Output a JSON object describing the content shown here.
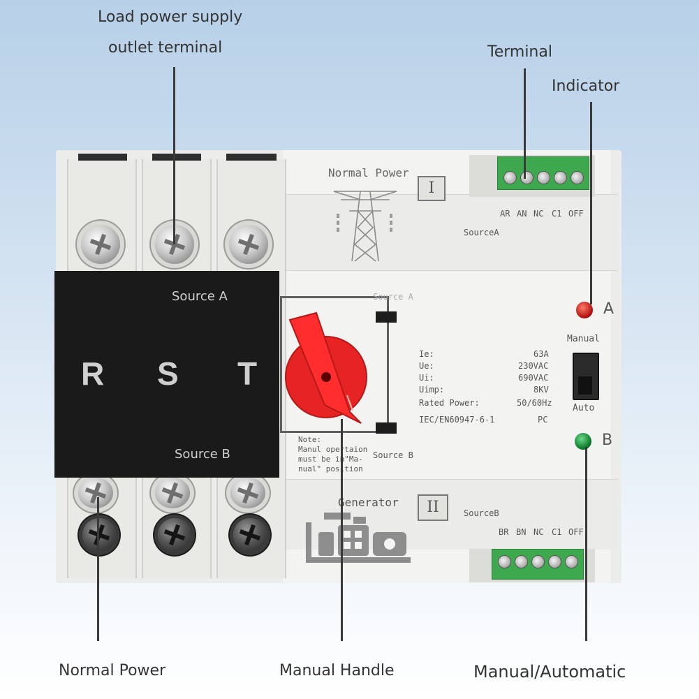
{
  "callouts": {
    "load_terminal_line1": "Load power supply",
    "load_terminal_line2": "outlet terminal",
    "terminal": "Terminal",
    "indicator": "Indicator",
    "normal_power": "Normal Power",
    "manual_handle": "Manual Handle",
    "manual_automatic": "Manual/Automatic"
  },
  "device": {
    "phases": [
      "R",
      "S",
      "T"
    ],
    "panel_top_label": "Source A",
    "panel_bottom_label": "Source B",
    "normal_power_title": "Normal Power",
    "roman_top": "I",
    "roman_bottom": "II",
    "generator_title": "Generator",
    "source_a_label": "SourceA",
    "source_b_label": "SourceB",
    "top_terminals": [
      "AR",
      "AN",
      "NC",
      "C1",
      "OFF"
    ],
    "bottom_terminals": [
      "BR",
      "BN",
      "NC",
      "C1",
      "OFF"
    ],
    "handle_source_a": "Source A",
    "handle_source_b": "Source B",
    "note_lines": [
      "Note:",
      "Manul opertaion",
      "must be in\"Ma-",
      "nual\" position"
    ],
    "indicator_a": "A",
    "indicator_b": "B",
    "switch_top": "Manual",
    "switch_bottom": "Auto",
    "spec_labels": [
      "Ie:",
      "Ue:",
      "Ui:",
      "Uimp:",
      "Rated Power:",
      "IEC/EN60947-6-1"
    ],
    "spec_values": [
      "63A",
      "230VAC",
      "690VAC",
      "8KV",
      "50/60Hz",
      "PC"
    ]
  },
  "colors": {
    "handle": "#e62424",
    "led_a": "#b3120f",
    "led_b": "#0d7a2a",
    "terminal_block": "#3ea84f",
    "panel": "#1a1a1a"
  }
}
